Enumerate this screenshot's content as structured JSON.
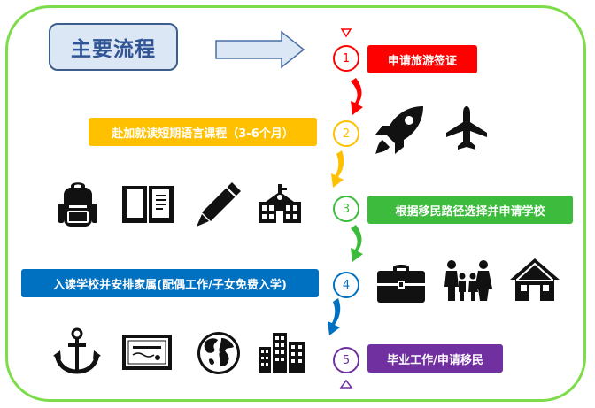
{
  "title": "主要流程",
  "colors": {
    "frame": "#7ddc4a",
    "step1": "#ff0000",
    "step2": "#ffc000",
    "step3": "#3dbb3d",
    "step4": "#0070c0",
    "step5": "#7030a0"
  },
  "steps": [
    {
      "number": "1",
      "label": "申请旅游签证"
    },
    {
      "number": "2",
      "label": "赴加就读短期语言课程（3-6个月）"
    },
    {
      "number": "3",
      "label": "根据移民路径选择并申请学校"
    },
    {
      "number": "4",
      "label": "入读学校并安排家属(配偶工作/子女免费入学)"
    },
    {
      "number": "5",
      "label": "毕业工作/申请移民"
    }
  ],
  "icons": [
    "rocket-icon",
    "airplane-icon",
    "backpack-icon",
    "book-icon",
    "pencil-icon",
    "school-icon",
    "briefcase-icon",
    "family-icon",
    "house-icon",
    "anchor-icon",
    "certificate-icon",
    "globe-icon",
    "city-icon"
  ]
}
